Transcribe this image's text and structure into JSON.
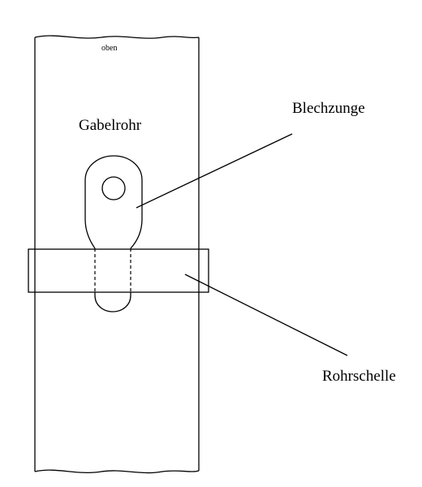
{
  "labels": {
    "top": "oben",
    "tube": "Gabelrohr",
    "tongue": "Blechzunge",
    "clamp": "Rohrschelle"
  },
  "colors": {
    "line": "#000000",
    "background": "#ffffff"
  }
}
